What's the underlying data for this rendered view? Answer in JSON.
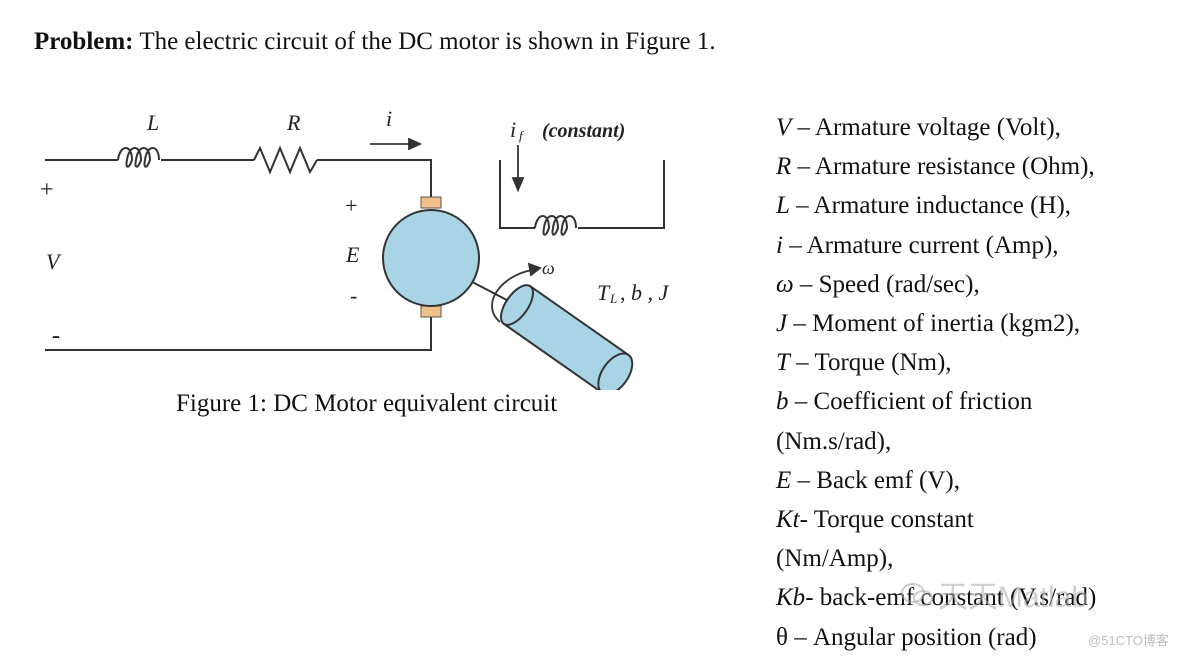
{
  "problem": {
    "label": "Problem:",
    "text": " The electric circuit of the DC motor is shown in Figure 1."
  },
  "figure": {
    "caption": "Figure 1: DC Motor equivalent circuit",
    "labels": {
      "L": "L",
      "R": "R",
      "i": "i",
      "if": "i",
      "if_sub": "f",
      "if_constant": "(constant)",
      "plus_left": "+",
      "minus_left": "-",
      "V": "V",
      "plus_E": "+",
      "E": "E",
      "minus_E": "-",
      "omega": "ω",
      "load": "T",
      "load_sub": "L",
      "load_rest": ", b , J"
    },
    "colors": {
      "motor": "#a9d4e6",
      "brush": "#f2c08a",
      "wire": "#333333"
    }
  },
  "legend": [
    {
      "symbol": "V",
      "text": " – Armature voltage (Volt),"
    },
    {
      "symbol": "R",
      "text": " – Armature resistance (Ohm),"
    },
    {
      "symbol": "L",
      "text": " – Armature inductance (H),"
    },
    {
      "symbol": "i",
      "text": " – Armature current (Amp),"
    },
    {
      "symbol": "ω",
      "text": " – Speed (rad/sec),"
    },
    {
      "symbol": "J",
      "text": " – Moment of inertia (kgm2),"
    },
    {
      "symbol": "T",
      "text": " – Torque (Nm),"
    },
    {
      "symbol": "b",
      "text": " – Coefficient of friction",
      "cont": "(Nm.s/rad),"
    },
    {
      "symbol": "E",
      "text": " – Back emf (V),"
    },
    {
      "symbol": "Kt",
      "text": "- Torque constant",
      "cont": "(Nm/Amp),"
    },
    {
      "symbol": "Kb",
      "text": "- back-emf constant (V.s/rad)"
    },
    {
      "symbol": "θ",
      "text": " – Angular position (rad)"
    }
  ],
  "watermark": {
    "text": "天天Matlab",
    "icon": "wechat-icon",
    "site": "@51CTO博客"
  }
}
